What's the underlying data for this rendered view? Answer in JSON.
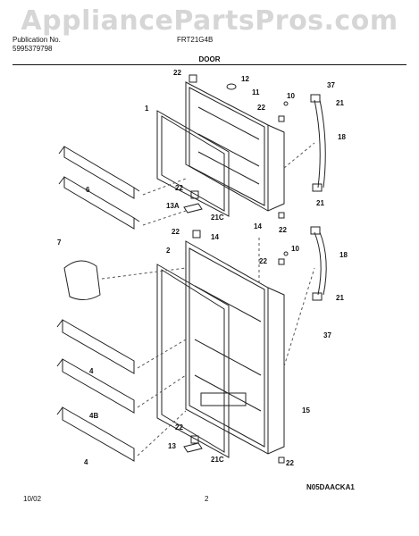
{
  "watermark": "AppliancePartsPros.com",
  "header": {
    "publication_label": "Publication No.",
    "publication_number": "5995379798",
    "model": "FRT21G4B"
  },
  "section_title": "DOOR",
  "callouts": {
    "c22a": "22",
    "c12": "12",
    "c11": "11",
    "c10a": "10",
    "c22b": "22",
    "c1": "1",
    "c37a": "37",
    "c21a": "21",
    "c18a": "18",
    "c6": "6",
    "c22c": "22",
    "c13a": "13A",
    "c21c_a": "21C",
    "c21b": "21",
    "c14a": "14",
    "c22d": "22",
    "c14b": "14",
    "c22e": "22",
    "c7": "7",
    "c2": "2",
    "c10b": "10",
    "c22f": "22",
    "c18b": "18",
    "c21d": "21",
    "c37b": "37",
    "c4a": "4",
    "c4b": "4B",
    "c15": "15",
    "c22g": "22",
    "c13": "13",
    "c21c_b": "21C",
    "c4c": "4",
    "c22h": "22"
  },
  "footer": {
    "date": "10/02",
    "page": "2",
    "diagram_code": "N05DAACKA1"
  }
}
